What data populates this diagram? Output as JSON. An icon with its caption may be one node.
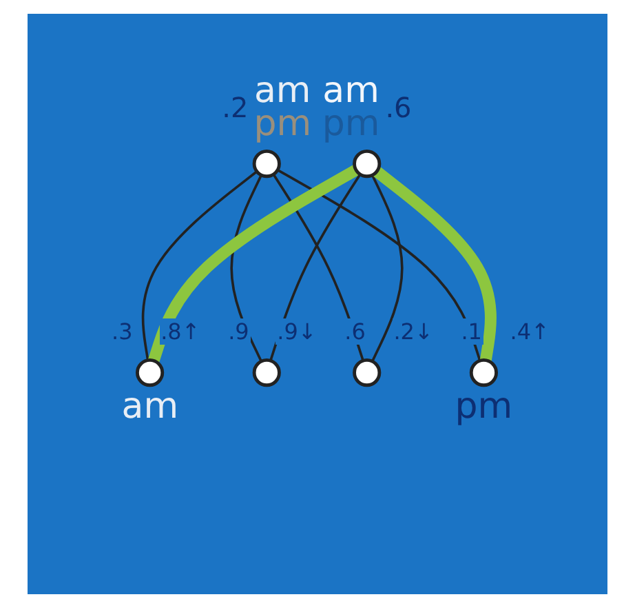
{
  "diagram": {
    "nodes": [
      {
        "text": [],
        "shape": "circle",
        "beside": [
          ".2",
          "am",
          "pm"
        ]
      },
      {
        "text": [],
        "shape": "circle",
        "beside": [
          "am",
          "pm",
          ".6"
        ]
      },
      {
        "text": [],
        "shape": "circle",
        "beside": [
          "am"
        ]
      },
      {
        "text": [],
        "shape": "circle"
      },
      {
        "text": [],
        "shape": "circle"
      },
      {
        "text": [],
        "shape": "circle",
        "beside": [
          "pm"
        ]
      }
    ],
    "edges": [
      {
        "from": 0,
        "to": 2,
        "arrow": "none"
      },
      {
        "from": 0,
        "to": 3,
        "arrow": "none"
      },
      {
        "from": 0,
        "to": 4,
        "arrow": "none"
      },
      {
        "from": 0,
        "to": 5,
        "arrow": "none"
      },
      {
        "from": 1,
        "to": 2,
        "arrow": "none",
        "style": "thick",
        "color": "#8dc63f"
      },
      {
        "from": 1,
        "to": 3,
        "arrow": "none"
      },
      {
        "from": 1,
        "to": 4,
        "arrow": "none"
      },
      {
        "from": 1,
        "to": 5,
        "arrow": "none",
        "style": "thick",
        "color": "#8dc63f"
      }
    ],
    "labels": [
      ".3",
      ".8↑",
      ".9",
      ".9↓",
      ".6",
      ".2↓",
      ".1",
      ".4↑"
    ]
  }
}
